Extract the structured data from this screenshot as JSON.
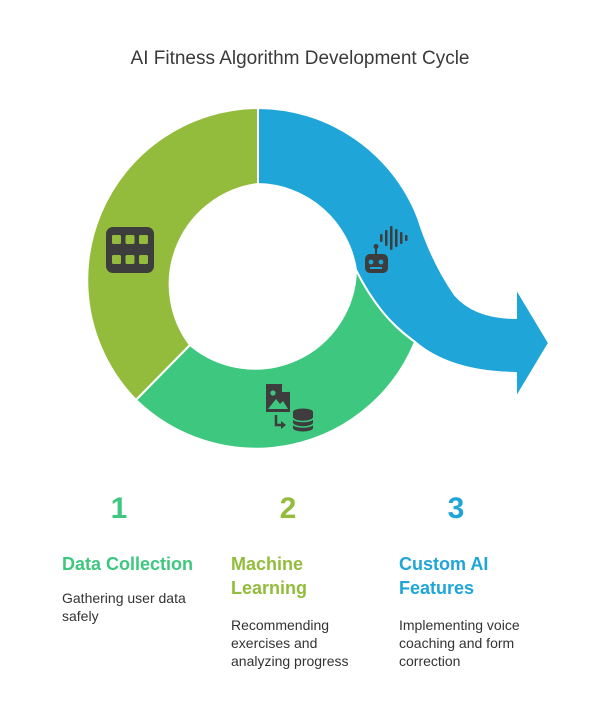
{
  "title": "AI Fitness Algorithm Development Cycle",
  "colors": {
    "data_collection": "#3ec77e",
    "machine_learning": "#93bc3c",
    "custom_ai": "#1fa5d8",
    "icon": "#3d3d3d"
  },
  "segments": [
    {
      "name": "machine-learning-segment",
      "icon": "grid-icon"
    },
    {
      "name": "custom-ai-arrow-segment",
      "icon": "robot-voice-icon"
    },
    {
      "name": "data-collection-segment",
      "icon": "file-to-database-icon"
    }
  ],
  "steps": [
    {
      "number": "1",
      "title": "Data Collection",
      "description": "Gathering user data safely"
    },
    {
      "number": "2",
      "title": "Machine Learning",
      "description": "Recommending exercises and analyzing progress"
    },
    {
      "number": "3",
      "title": "Custom AI Features",
      "description": "Implementing voice coaching and form correction"
    }
  ]
}
